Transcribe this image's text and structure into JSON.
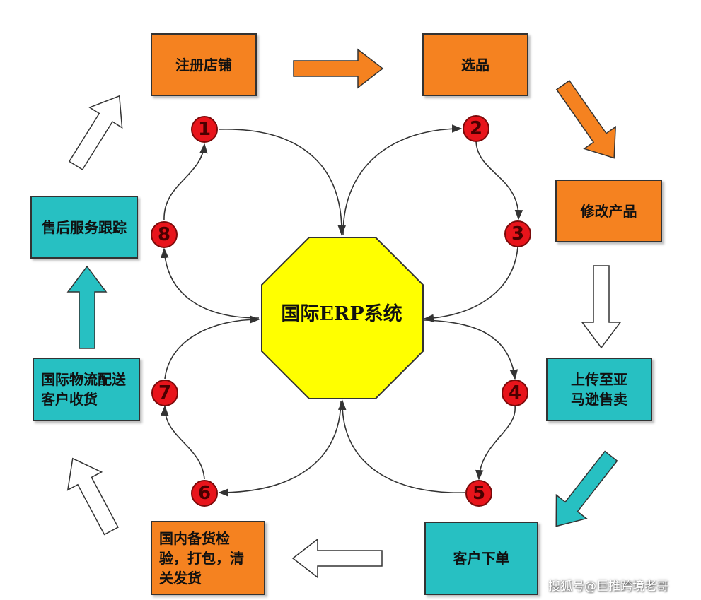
{
  "center": {
    "label": "国际ERP系统",
    "fill": "#ffff00"
  },
  "steps": [
    {
      "label": "注册店铺",
      "color": "#f58220"
    },
    {
      "label": "选品",
      "color": "#f58220"
    },
    {
      "label": "修改产品",
      "color": "#f58220"
    },
    {
      "label": "上传至亚\n马逊售卖",
      "color": "#27c0c2"
    },
    {
      "label": "客户下单",
      "color": "#27c0c2"
    },
    {
      "label": "国内备货检\n验，打包，清\n关发货",
      "color": "#f58220"
    },
    {
      "label": "国际物流配送\n客户收货",
      "color": "#27c0c2"
    },
    {
      "label": "售后服务跟踪",
      "color": "#27c0c2"
    }
  ],
  "numbers": [
    "1",
    "2",
    "3",
    "4",
    "5",
    "6",
    "7",
    "8"
  ],
  "watermark": "搜狐号@巨推跨境老哥"
}
